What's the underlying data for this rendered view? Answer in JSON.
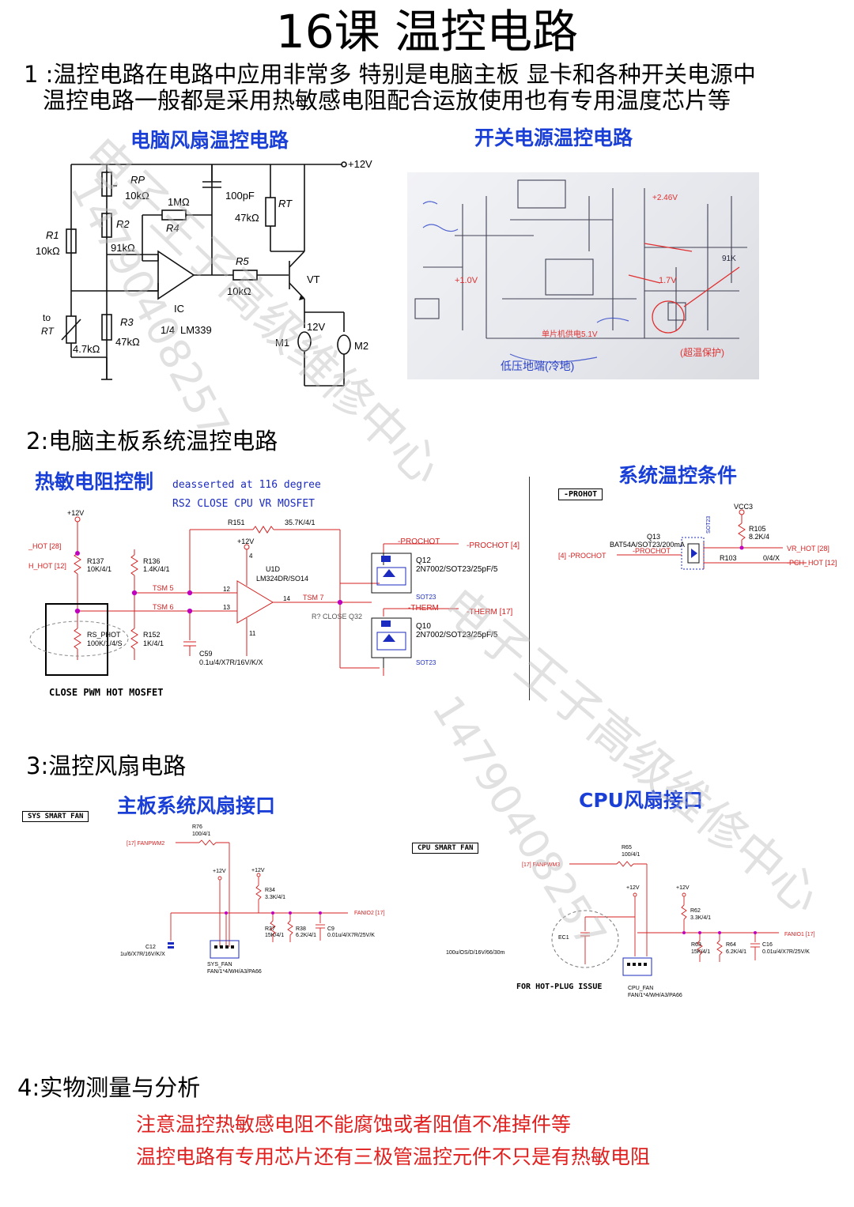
{
  "title": "16课  温控电路",
  "intro": {
    "line1": "1 :温控电路在电路中应用非常多 特别是电脑主板 显卡和各种开关电源中",
    "line2": "温控电路一般都是采用热敏感电阻配合运放使用也有专用温度芯片等"
  },
  "section1": {
    "fan_title": "电脑风扇温控电路",
    "psu_title": "开关电源温控电路",
    "schematic": {
      "vcc": "+12V",
      "rp": "RP",
      "rp_val": "10kΩ",
      "c": "100pF",
      "r4_val": "1MΩ",
      "r4": "R4",
      "rt": "RT",
      "rt_val": "47kΩ",
      "r2": "R2",
      "r2_val": "91kΩ",
      "r1": "R1",
      "r1_val": "10kΩ",
      "r5": "R5",
      "r5_val": "10kΩ",
      "vt": "VT",
      "ic": "IC",
      "ic_frac": "1/4",
      "ic_part": "LM339",
      "to": "to",
      "rt2": "RT",
      "rt2_val": "4.7kΩ",
      "r3": "R3",
      "r3_val": "47kΩ",
      "m1": "M1",
      "m2": "M2",
      "fan_v": "12V"
    },
    "psu_notes": {
      "n1": "+1.0V",
      "n2": "+2.46V",
      "n3": "1.7V",
      "n4": "低压地端(冷地)",
      "n5": "(超温保护)",
      "n5b": "单片机供电5.1V",
      "n6": "91K"
    }
  },
  "section2": {
    "heading": "2:电脑主板系统温控电路",
    "thermistor_title": "热敏电阻控制",
    "note1": "deasserted at 116 degree",
    "note2": "RS2 CLOSE CPU VR MOSFET",
    "close_pwm": "CLOSE PWM HOT MOSFET",
    "r7_note": "R? CLOSE Q32",
    "cond_title": "系统温控条件",
    "prohot_tag": "-PROHOT",
    "labels": {
      "v12": "+12V",
      "v12b": "+12V",
      "hot28": "_HOT  [28]",
      "hhot": "H_HOT  [12]",
      "r137": "R137",
      "r137v": "10K/4/1",
      "r136": "R136",
      "r136v": "1.4K/4/1",
      "r151": "R151",
      "r151v": "35.7K/4/1",
      "u1d": "U1D",
      "u1dp": "LM324DR/SO14",
      "tsm5": "TSM 5",
      "tsm6": "TSM 6",
      "tsm7": "TSM 7",
      "pin12": "12",
      "pin13": "13",
      "pin14": "14",
      "pin4": "4",
      "pin11": "11",
      "rsphot": "RS_PHOT",
      "rsphotv": "100K/1/4/S",
      "r152": "R152",
      "r152v": "1K/4/1",
      "c59": "C59",
      "c59v": "0.1u/4/X7R/16V/K/X",
      "prochot": "-PROCHOT",
      "prochot4": "-PROCHOT  [4]",
      "therm": "-THERM",
      "therm17": "-THERM  [17]",
      "q12": "Q12",
      "q12v": "2N7002/SOT23/25pF/5",
      "q10": "Q10",
      "q10v": "2N7002/SOT23/25pF/5",
      "sot23a": "SOT23",
      "sot23b": "SOT23",
      "vcc3": "VCC3",
      "r105": "R105",
      "r105v": "8.2K/4",
      "q13": "Q13",
      "q13v": "BAT54A/SOT23/200mA",
      "prochot_in": "[4]  -PROCHOT",
      "prochot2": "-PROCHOT",
      "vrhot": "VR_HOT  [28]",
      "r103": "R103",
      "r103v": "0/4/X",
      "pchhot": "-PCH_HOT  [12]",
      "sot23c": "SOT23"
    }
  },
  "section3": {
    "heading": "3:温控风扇电路",
    "sys_title": "主板系统风扇接口",
    "cpu_title": "CPU风扇接口",
    "sys_tag": "SYS SMART FAN",
    "cpu_tag": "CPU SMART FAN",
    "hotplug": "FOR HOT-PLUG ISSUE",
    "sys": {
      "r76": "R76",
      "r76v": "100/4/1",
      "fanpwm2": "[17]  FANPWM2",
      "v12a": "+12V",
      "v12b": "+12V",
      "r34": "R34",
      "r34v": "3.3K/4/1",
      "fanio2": "FANIO2  [17]",
      "r37": "R37",
      "r37v": "15K/4/1",
      "r38": "R38",
      "r38v": "6.2K/4/1",
      "c9": "C9",
      "c9v": "0.01u/4/X7R/25V/K",
      "c12": "C12",
      "c12v": "1u/6/X7R/16V/K/X",
      "conn": "SYS_FAN",
      "connv": "FAN/1*4/WH/A3/PA66"
    },
    "cpu": {
      "r65": "R65",
      "r65v": "100/4/1",
      "fanpwm3": "[17]  FANPWM3",
      "v12a": "+12V",
      "v12b": "+12V",
      "r62": "R62",
      "r62v": "3.3K/4/1",
      "fanio1": "FANIO1  [17]",
      "r63": "R63",
      "r63v": "15K/4/1",
      "r64": "R64",
      "r64v": "6.2K/4/1",
      "c16": "C16",
      "c16v": "0.01u/4/X7R/25V/K",
      "ec1": "EC1",
      "ec1v": "100u/OS/D/16V/66/30m",
      "conn": "CPU_FAN",
      "connv": "FAN/1*4/WH/A3/PA66"
    }
  },
  "section4": {
    "heading": "4:实物测量与分析",
    "line1": "注意温控热敏感电阻不能腐蚀或者阻值不准掉件等",
    "line2": "温控电路有专用芯片还有三极管温控元件不只是有热敏电阻"
  },
  "watermark": {
    "a": "电子王子高级维修中心",
    "b": "14790408257",
    "c": "电子王子高级维修中心",
    "d": "14790408257"
  },
  "colors": {
    "heading_blue": "#1a3fd6",
    "note_red": "#e0201f",
    "schematic_red": "#d42020",
    "schematic_blue": "#1b2bbf",
    "pin_magenta": "#c000c0"
  }
}
